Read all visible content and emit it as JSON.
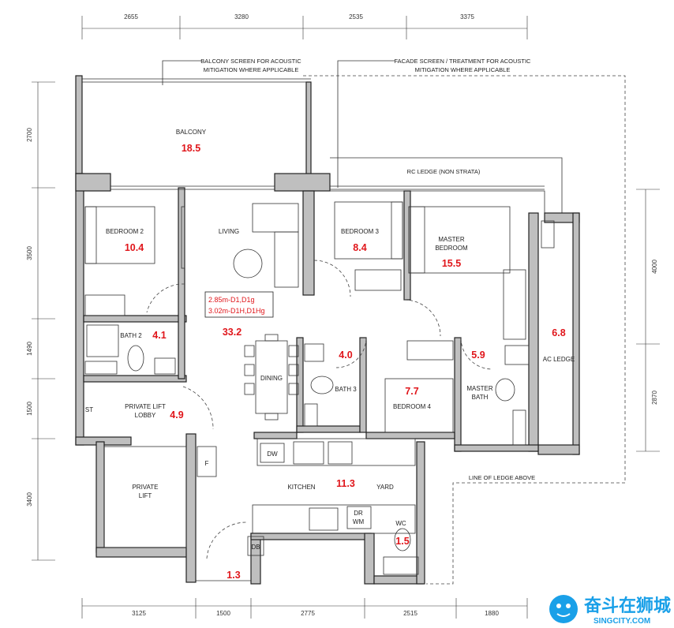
{
  "dimensions": {
    "top": [
      "2655",
      "3280",
      "2535",
      "3375"
    ],
    "bottom": [
      "3125",
      "1500",
      "2775",
      "2515",
      "1880"
    ],
    "left": [
      "2700",
      "3500",
      "1490",
      "1500",
      "3400"
    ],
    "right": [
      "4000",
      "2870"
    ]
  },
  "notes": {
    "balcony_screen": [
      "BALCONY SCREEN FOR ACOUSTIC",
      "MITIGATION WHERE APPLICABLE"
    ],
    "facade_screen": [
      "FACADE SCREEN / TREATMENT FOR ACOUSTIC",
      "MITIGATION WHERE APPLICABLE"
    ],
    "rc_ledge": "RC LEDGE (NON STRATA)",
    "line_of_ledge": "LINE OF LEDGE ABOVE"
  },
  "rooms": {
    "balcony": {
      "label": "BALCONY",
      "area": "18.5"
    },
    "bedroom2": {
      "label": "BEDROOM 2",
      "area": "10.4"
    },
    "living": {
      "label": "LIVING"
    },
    "bedroom3": {
      "label": "BEDROOM 3",
      "area": "8.4"
    },
    "master_bedroom": {
      "label": [
        "MASTER",
        "BEDROOM"
      ],
      "area": "15.5"
    },
    "ac_ledge": {
      "label": "AC LEDGE",
      "area": "6.8"
    },
    "bath2": {
      "label": "BATH 2",
      "area": "4.1"
    },
    "living_dining": {
      "area": "33.2"
    },
    "dining": {
      "label": "DINING"
    },
    "bath3": {
      "label": "BATH 3",
      "area": "4.0"
    },
    "bedroom4": {
      "label": "BEDROOM 4",
      "area": "7.7"
    },
    "master_bath": {
      "label": [
        "MASTER",
        "BATH"
      ],
      "area": "5.9"
    },
    "private_lift_lobby": {
      "label": [
        "PRIVATE LIFT",
        "LOBBY"
      ],
      "area": "4.9"
    },
    "st": {
      "label": "ST"
    },
    "private_lift": {
      "label": [
        "PRIVATE",
        "LIFT"
      ]
    },
    "kitchen": {
      "label": "KITCHEN",
      "area": "11.3"
    },
    "yard": {
      "label": "YARD"
    },
    "wc": {
      "label": "WC",
      "area": "1.5"
    },
    "entrance": {
      "area": "1.3"
    }
  },
  "fixtures": {
    "dw": "DW",
    "drwm": [
      "DR",
      "WM"
    ],
    "f": "F",
    "db": "DB"
  },
  "ceiling_heights": [
    "2.85m-D1,D1g",
    "3.02m-D1H,D1Hg"
  ],
  "logo": {
    "text": "奋斗在狮城",
    "sub": "SINGCITY.COM",
    "color": "#1aa0e8"
  }
}
